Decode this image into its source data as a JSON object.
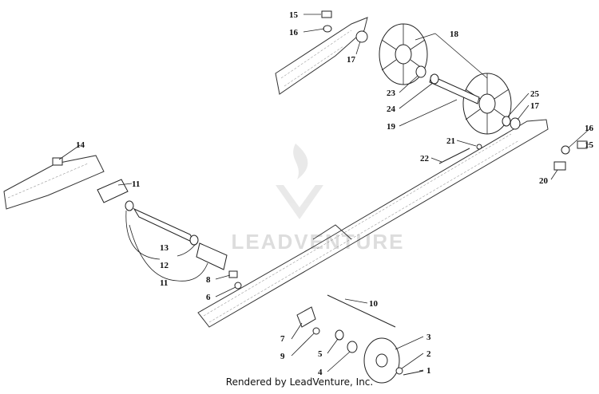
{
  "diagram": {
    "callouts": [
      {
        "id": "c1",
        "text": "1"
      },
      {
        "id": "c2",
        "text": "2"
      },
      {
        "id": "c3",
        "text": "3"
      },
      {
        "id": "c4",
        "text": "4"
      },
      {
        "id": "c5",
        "text": "5"
      },
      {
        "id": "c6",
        "text": "6"
      },
      {
        "id": "c7",
        "text": "7"
      },
      {
        "id": "c8",
        "text": "8"
      },
      {
        "id": "c9",
        "text": "9"
      },
      {
        "id": "c10",
        "text": "10"
      },
      {
        "id": "c11a",
        "text": "11"
      },
      {
        "id": "c11b",
        "text": "11"
      },
      {
        "id": "c12",
        "text": "12"
      },
      {
        "id": "c13",
        "text": "13"
      },
      {
        "id": "c14",
        "text": "14"
      },
      {
        "id": "c15a",
        "text": "15"
      },
      {
        "id": "c15b",
        "text": "15"
      },
      {
        "id": "c16a",
        "text": "16"
      },
      {
        "id": "c16b",
        "text": "16"
      },
      {
        "id": "c17a",
        "text": "17"
      },
      {
        "id": "c17b",
        "text": "17"
      },
      {
        "id": "c18",
        "text": "18"
      },
      {
        "id": "c19",
        "text": "19"
      },
      {
        "id": "c20",
        "text": "20"
      },
      {
        "id": "c21",
        "text": "21"
      },
      {
        "id": "c22",
        "text": "22"
      },
      {
        "id": "c23",
        "text": "23"
      },
      {
        "id": "c24",
        "text": "24"
      },
      {
        "id": "c25",
        "text": "25"
      }
    ]
  },
  "watermark": {
    "text": "LEADVENTURE"
  },
  "footer": {
    "text": "Rendered by LeadVenture, Inc."
  }
}
